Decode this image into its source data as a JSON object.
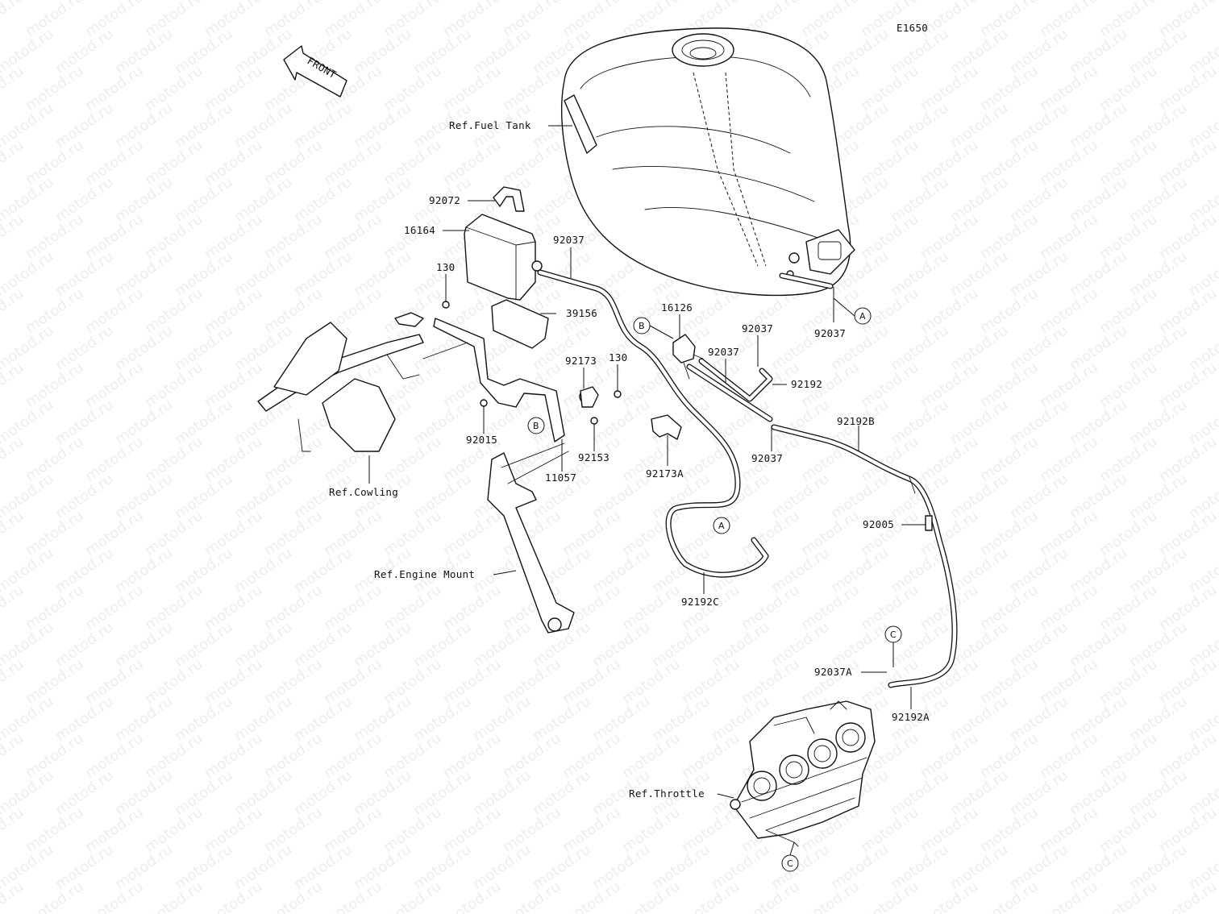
{
  "diagram_code": "E1650",
  "watermark": "motod.ru",
  "front_label": "FRONT",
  "reference_labels": {
    "fuel_tank": "Ref.Fuel Tank",
    "cowling": "Ref.Cowling",
    "engine_mount": "Ref.Engine Mount",
    "throttle": "Ref.Throttle"
  },
  "part_numbers": {
    "p92072": "92072",
    "p16164": "16164",
    "p92037_a": "92037",
    "p130_a": "130",
    "p39156": "39156",
    "p16126": "16126",
    "p92037_b": "92037",
    "p92037_c": "92037",
    "p92037_d": "92037",
    "p92192": "92192",
    "p92173": "92173",
    "p130_b": "130",
    "p92015": "92015",
    "p92153": "92153",
    "p11057": "11057",
    "p92173a": "92173A",
    "p92037_e": "92037",
    "p92192b": "92192B",
    "p92005": "92005",
    "p92192c": "92192C",
    "p92037a": "92037A",
    "p92192a": "92192A"
  },
  "connector_markers": {
    "a": "A",
    "b": "B",
    "c": "C"
  },
  "colors": {
    "line": "#111111",
    "background": "#ffffff",
    "watermark": "#000000"
  }
}
